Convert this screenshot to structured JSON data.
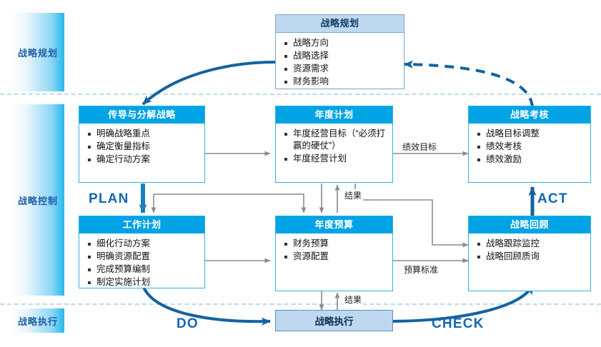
{
  "lanes": [
    {
      "id": "lane-plan",
      "label": "战略规划"
    },
    {
      "id": "lane-control",
      "label": "战略控制"
    },
    {
      "id": "lane-exec",
      "label": "战略执行"
    }
  ],
  "nodes": {
    "strategic_planning": {
      "title": "战略规划",
      "items": [
        "战略方向",
        "战略选择",
        "资源需求",
        "财务影响"
      ]
    },
    "cascade_strategy": {
      "title": "传导与分解战略",
      "items": [
        "明确战略重点",
        "确定衡量指标",
        "确定行动方案"
      ]
    },
    "annual_plan": {
      "title": "年度计划",
      "items": [
        "年度经营目标（“必须打赢的硬仗”）",
        "年度经营计划"
      ]
    },
    "strategic_appraisal": {
      "title": "战略考核",
      "items": [
        "战略目标调整",
        "绩效考核",
        "绩效激励"
      ]
    },
    "work_plan": {
      "title": "工作计划",
      "items": [
        "细化行动方案",
        "明确资源配置",
        "完成预算编制",
        "制定实施计划"
      ]
    },
    "annual_budget": {
      "title": "年度预算",
      "items": [
        "财务预算",
        "资源配置"
      ]
    },
    "strategy_review": {
      "title": "战略回顾",
      "items": [
        "战略跟踪监控",
        "战略回顾质询"
      ]
    },
    "strategy_execution": {
      "title": "战略执行",
      "items": []
    }
  },
  "pdca": {
    "plan": "PLAN",
    "do": "DO",
    "check": "CHECK",
    "act": "ACT"
  },
  "edge_labels": {
    "performance_goal": "绩效目标",
    "result_top": "结果",
    "budget_standard": "预算标准",
    "result_bottom": "结果"
  },
  "colors": {
    "header_blue": "#00A3E4",
    "deep_blue": "#1667b0",
    "arrow_gray": "#8b8b8b",
    "light_fill": "#bdd8ef",
    "lane_text": "#1e5fa8"
  }
}
